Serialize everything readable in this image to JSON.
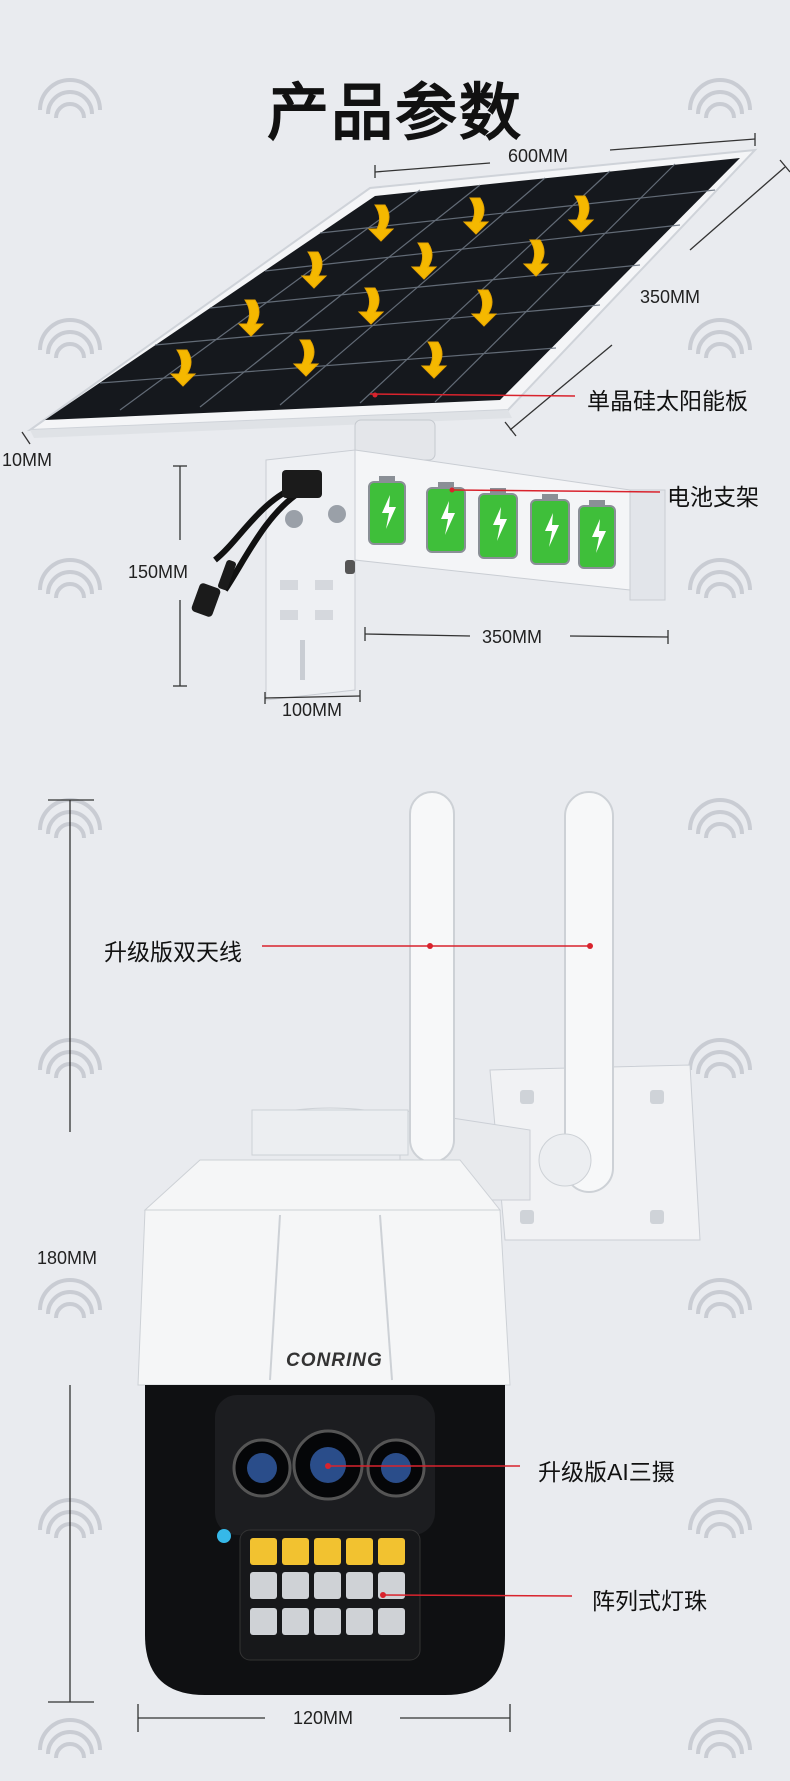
{
  "title": "产品参数",
  "dimensions": {
    "panel_width": "600MM",
    "panel_depth": "350MM",
    "panel_thickness": "10MM",
    "bracket_height": "150MM",
    "bracket_length": "350MM",
    "bracket_width": "100MM",
    "camera_height": "180MM",
    "camera_width": "120MM"
  },
  "callouts": {
    "solar_panel": "单晶硅太阳能板",
    "battery_bracket": "电池支架",
    "antenna": "升级版双天线",
    "lenses": "升级版AI三摄",
    "leds": "阵列式灯珠"
  },
  "brand": "CONRING",
  "colors": {
    "background": "#e9ebef",
    "callout_line": "#d9232d",
    "battery_green": "#3fbf3a",
    "arrow_yellow": "#f5b800"
  }
}
